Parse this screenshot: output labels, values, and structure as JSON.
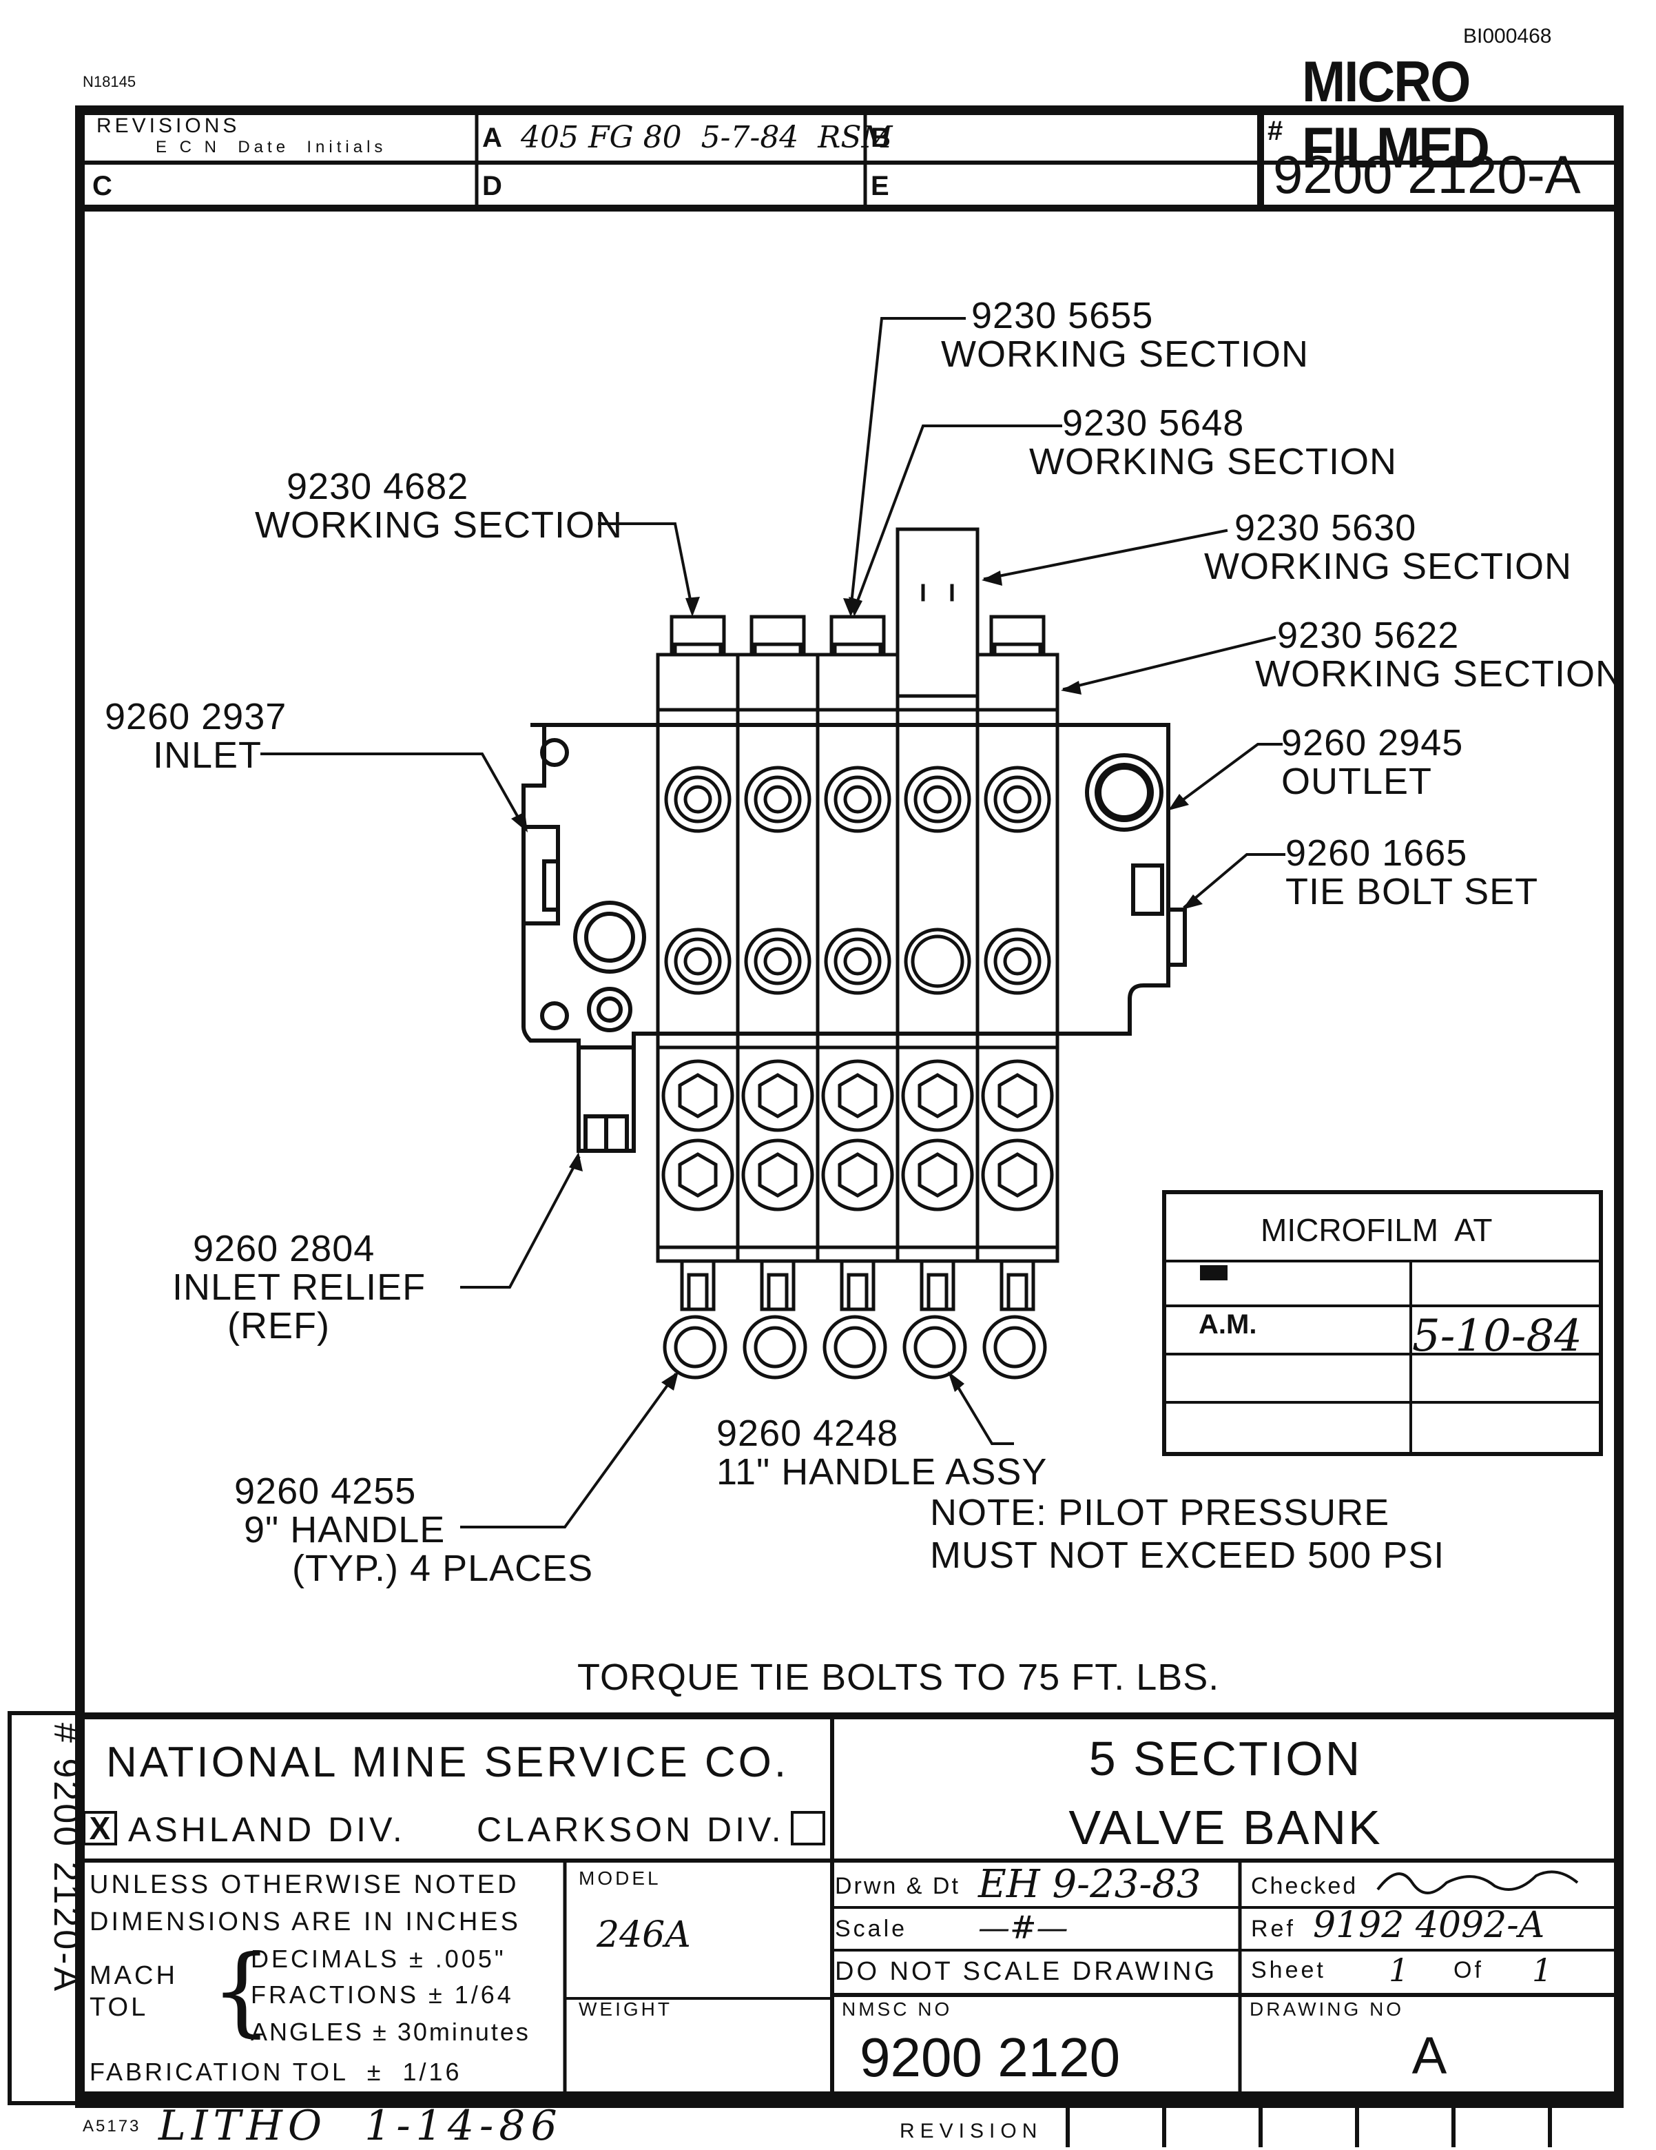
{
  "header": {
    "doc_id": "BI000468",
    "small_code": "N18145",
    "stamp": "MICRO FILMED"
  },
  "revisions": {
    "title": "REVISIONS",
    "subtitle": "E C N  Date  Initials",
    "cells": [
      {
        "letter": "A",
        "value": "405 FG 80  5-7-84  RSM"
      },
      {
        "letter": "B",
        "value": ""
      },
      {
        "letter": "C",
        "value": ""
      },
      {
        "letter": "D",
        "value": ""
      },
      {
        "letter": "E",
        "value": ""
      }
    ],
    "number_mark": "#",
    "number": "9200 2120-A"
  },
  "callouts": {
    "ws_5655": {
      "part": "9230 5655",
      "desc": "WORKING SECTION"
    },
    "ws_5648": {
      "part": "9230 5648",
      "desc": "WORKING SECTION"
    },
    "ws_4682": {
      "part": "9230 4682",
      "desc": "WORKING SECTION"
    },
    "ws_5630": {
      "part": "9230 5630",
      "desc": "WORKING SECTION"
    },
    "ws_5622": {
      "part": "9230 5622",
      "desc": "WORKING SECTION"
    },
    "inlet": {
      "part": "9260 2937",
      "desc": "INLET"
    },
    "outlet": {
      "part": "9260 2945",
      "desc": "OUTLET"
    },
    "tie_bolt": {
      "part": "9260 1665",
      "desc": "TIE BOLT SET"
    },
    "inlet_relief": {
      "part": "9260 2804",
      "desc": "INLET RELIEF",
      "ref": "(REF)"
    },
    "handle_11": {
      "part": "9260 4248",
      "desc": "11\" HANDLE ASSY"
    },
    "handle_9": {
      "part": "9260 4255",
      "desc": "9\" HANDLE",
      "note": "(TYP.) 4 PLACES"
    }
  },
  "notes": {
    "pilot_line1": "NOTE: PILOT PRESSURE",
    "pilot_line2": "MUST NOT EXCEED 500 PSI",
    "torque": "TORQUE TIE BOLTS TO 75 FT. LBS."
  },
  "microfilm_box": {
    "title": "MICROFILM  AT",
    "row_label": "A.M.",
    "date": "5-10-84"
  },
  "title_block": {
    "company": "NATIONAL MINE SERVICE CO.",
    "div1": "ASHLAND DIV.",
    "div1_mark": "X",
    "div2": "CLARKSON DIV.",
    "title_line1": "5 SECTION",
    "title_line2": "VALVE BANK",
    "notes_line1": "UNLESS OTHERWISE NOTED",
    "notes_line2": "DIMENSIONS ARE IN INCHES",
    "mach": "MACH",
    "tol": "TOL",
    "decimals": "DECIMALS ± .005\"",
    "fractions": "FRACTIONS ± 1/64",
    "angles": "ANGLES ± 30minutes",
    "fab_tol": "FABRICATION TOL  ±  1/16",
    "model_label": "MODEL",
    "model_value": "246A",
    "weight_label": "WEIGHT",
    "drawn_label": "Drwn & Dt",
    "drawn_value": "EH 9-23-83",
    "checked_label": "Checked",
    "scale_label": "Scale",
    "scale_value": "—#—",
    "ref_label": "Ref",
    "ref_value": "9192 4092-A",
    "do_not_scale": "DO NOT SCALE DRAWING",
    "sheet_label": "Sheet",
    "sheet_value": "1",
    "of_label": "Of",
    "of_value": "1",
    "nmsc_label": "NMSC NO",
    "nmsc_value": "9200 2120",
    "drawing_label": "DRAWING NO",
    "drawing_value": "A",
    "side_number": "# 9200 2120-A"
  },
  "footer": {
    "code": "A5173",
    "litho": "LITHO  1-14-86",
    "revision": "REVISION"
  }
}
